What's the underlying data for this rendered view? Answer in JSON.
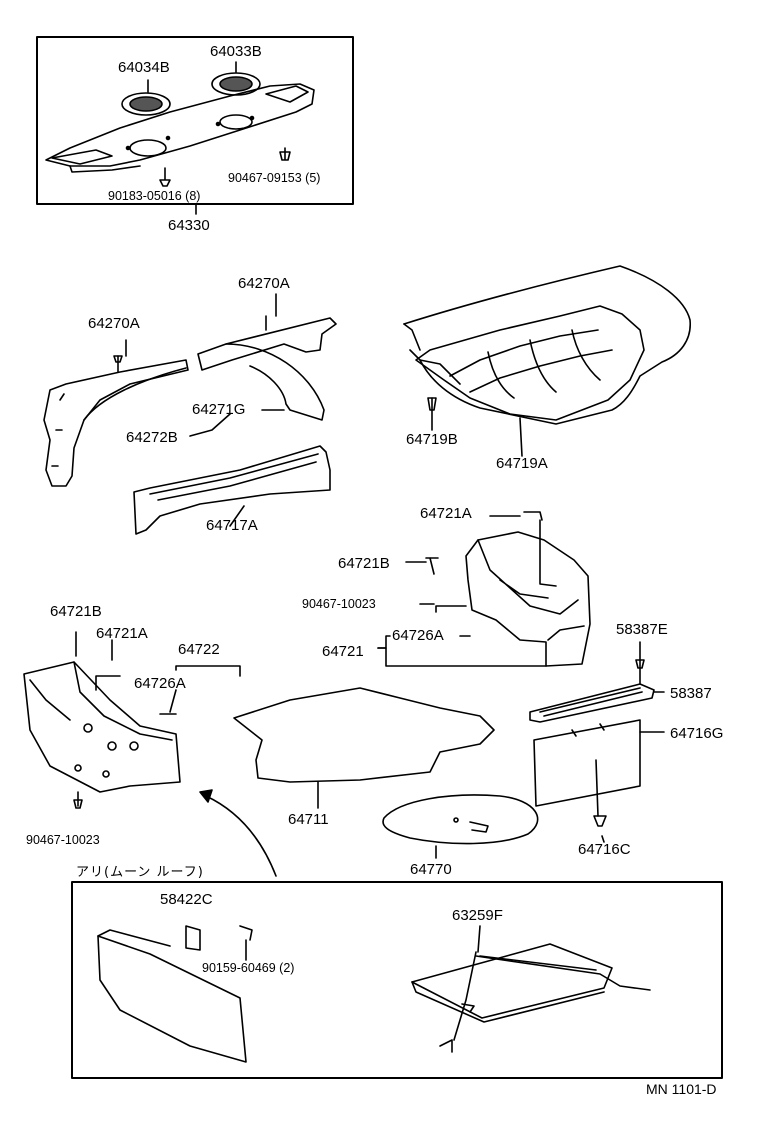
{
  "diagram": {
    "footer_code": "MN 1101-D",
    "option_box_title": "アリ(ムーン ルーフ)",
    "labels": {
      "p64034B": "64034B",
      "p64033B": "64033B",
      "p90467_09153": "90467-09153 (5)",
      "p90183_05016": "90183-05016 (8)",
      "p64330": "64330",
      "p64270A_top": "64270A",
      "p64270A_left": "64270A",
      "p64271G": "64271G",
      "p64272B": "64272B",
      "p64717A": "64717A",
      "p64719B": "64719B",
      "p64719A": "64719A",
      "p64721A_right": "64721A",
      "p64721B_right": "64721B",
      "p90467_10023_right": "90467-10023",
      "p64726A_right": "64726A",
      "p64721": "64721",
      "p64721B_left": "64721B",
      "p64721A_left": "64721A",
      "p64722": "64722",
      "p64726A_left": "64726A",
      "p90467_10023_left": "90467-10023",
      "p58387E": "58387E",
      "p58387": "58387",
      "p64716G": "64716G",
      "p64716C": "64716C",
      "p64711": "64711",
      "p64770": "64770",
      "p58422C": "58422C",
      "p90159_60469": "90159-60469 (2)",
      "p63259F": "63259F"
    }
  }
}
